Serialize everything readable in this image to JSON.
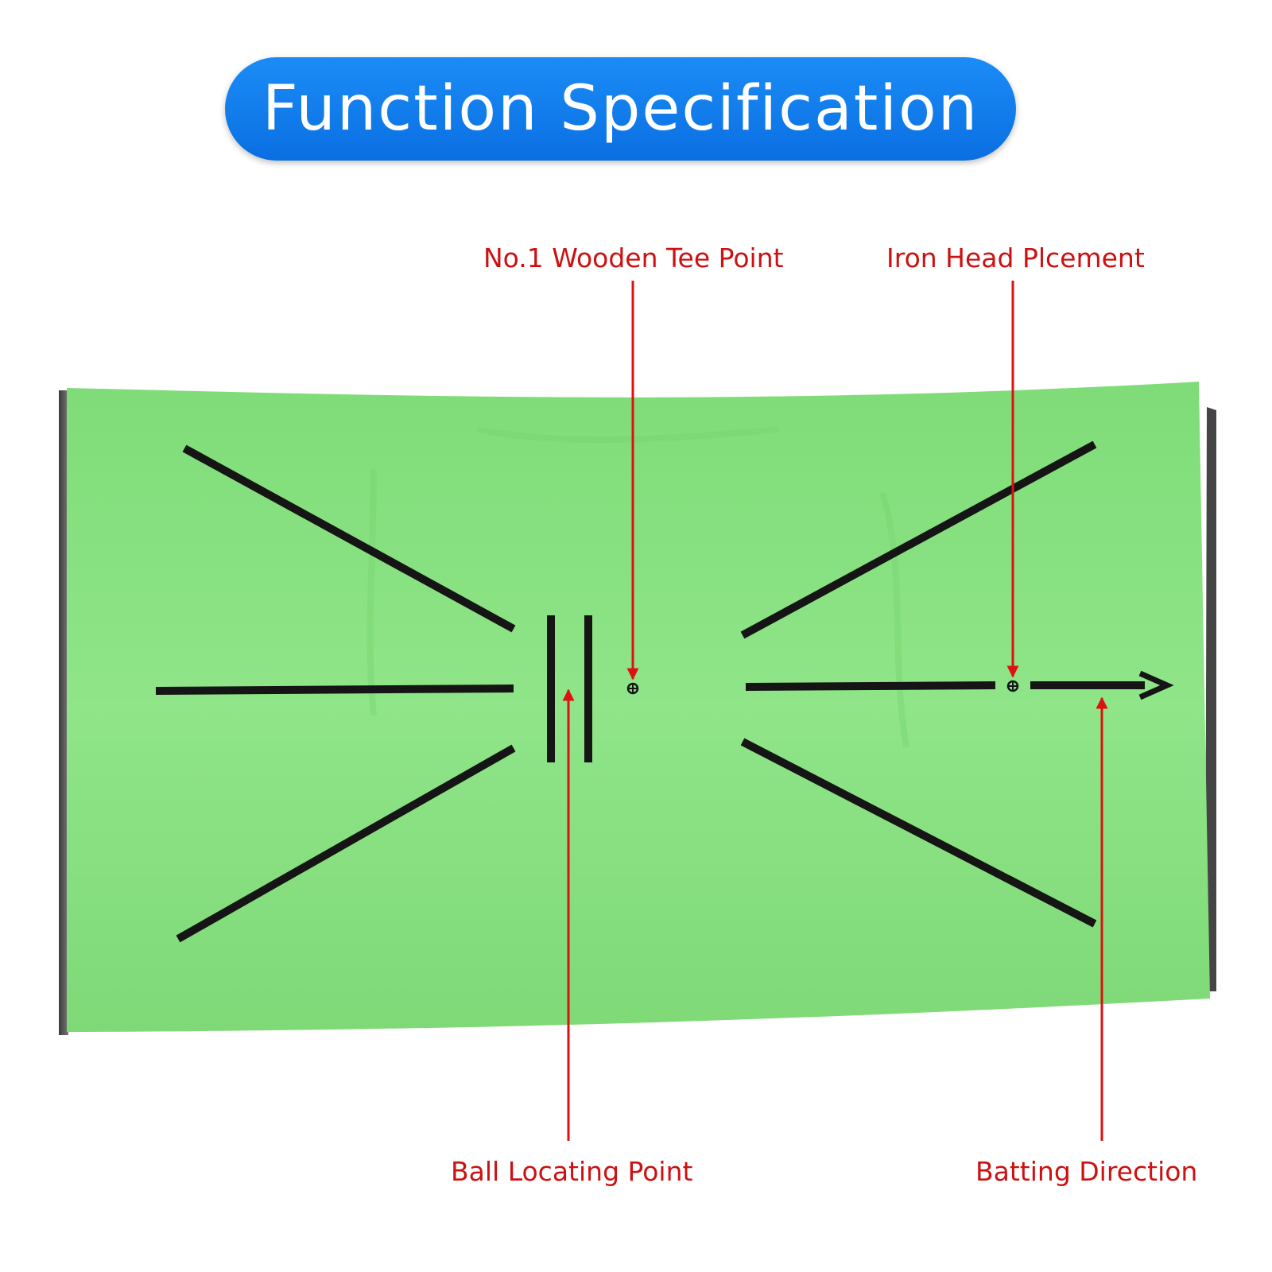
{
  "title": "Function Specification",
  "labels": {
    "tee_point": "No.1 Wooden Tee Point",
    "iron_head": "Iron Head Plcement",
    "ball_point": "Ball Locating Point",
    "batting_direction": "Batting Direction"
  },
  "colors": {
    "title_background": "#0a7cf0",
    "title_text": "#ffffff",
    "mat_green": "#86e07e",
    "mat_border": "#555555",
    "guide_lines": "#151515",
    "callout_red": "#dd1111"
  }
}
